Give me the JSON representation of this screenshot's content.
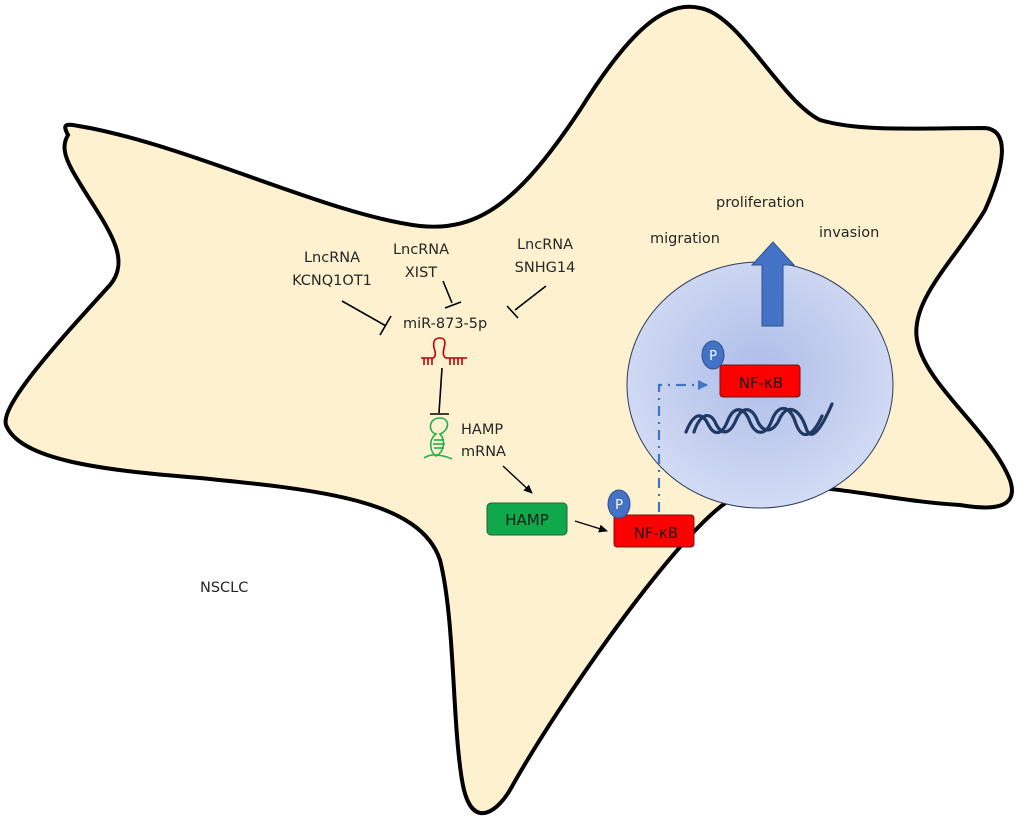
{
  "figure": {
    "cell_type_label": "NSCLC",
    "colors": {
      "cytoplasm": "#fef1cf",
      "membrane": "#000000",
      "nucleus_center": "#aebde9",
      "nucleus_edge": "#cfd8f3",
      "nf_kb_box": "#ff0000",
      "hamp_box": "#0fa94b",
      "phospho": "#4472c4",
      "pathway_arrow": "#4472c4",
      "mirna": "#c00000",
      "mrna": "#22b14c",
      "dna": "#1f3864"
    }
  },
  "lncrnas": [
    {
      "line1": "LncRNA",
      "line2": "KCNQ1OT1"
    },
    {
      "line1": "LncRNA",
      "line2": "XIST"
    },
    {
      "line1": "LncRNA",
      "line2": "SNHG14"
    }
  ],
  "mirna": {
    "label": "miR-873-5p"
  },
  "mrna": {
    "line1": "HAMP",
    "line2": "mRNA"
  },
  "proteins": {
    "hamp": "HAMP",
    "nfkb_cytoplasm": "NF-κB",
    "nfkb_nucleus": "NF-κB",
    "phospho": "P"
  },
  "outcomes": {
    "proliferation": "proliferation",
    "migration": "migration",
    "invasion": "invasion"
  },
  "edges": [
    {
      "from": "LncRNA KCNQ1OT1",
      "to": "miR-873-5p",
      "type": "inhibition"
    },
    {
      "from": "LncRNA XIST",
      "to": "miR-873-5p",
      "type": "inhibition"
    },
    {
      "from": "LncRNA SNHG14",
      "to": "miR-873-5p",
      "type": "inhibition"
    },
    {
      "from": "miR-873-5p",
      "to": "HAMP mRNA",
      "type": "inhibition"
    },
    {
      "from": "HAMP mRNA",
      "to": "HAMP",
      "type": "activation"
    },
    {
      "from": "HAMP",
      "to": "NF-κB (P)",
      "type": "activation"
    },
    {
      "from": "NF-κB (P) cytoplasm",
      "to": "NF-κB (P) nucleus",
      "type": "translocation"
    },
    {
      "from": "nucleus",
      "to": "proliferation / migration / invasion",
      "type": "upregulation"
    }
  ]
}
